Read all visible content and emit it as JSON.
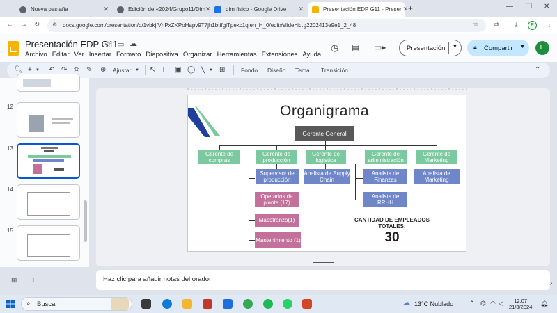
{
  "browser": {
    "tabs": [
      {
        "title": "Nueva pestaña",
        "color": "#5f6368"
      },
      {
        "title": "Edición de «2024/Grupo11/Dim",
        "color": "#5f6368"
      },
      {
        "title": "dim fisico - Google Drive",
        "color": "#1a73e8"
      },
      {
        "title": "Presentación EDP G11 - Presen",
        "color": "#f4b400"
      }
    ],
    "url": "docs.google.com/presentation/d/1vbkjfVnPxZKPoHapv9T7jh1btffgiTpekc1qlen_H_0/edit#slide=id.g2202413e9e1_2_48",
    "profile_initial": "E"
  },
  "docs": {
    "title": "Presentación EDP G11",
    "menu": [
      "Archivo",
      "Editar",
      "Ver",
      "Insertar",
      "Formato",
      "Diapositiva",
      "Organizar",
      "Herramientas",
      "Extensiones",
      "Ayuda"
    ],
    "present_label": "Presentación",
    "share_label": "Compartir",
    "avatar_initial": "E"
  },
  "toolbar": {
    "zoom_label": "Ajustar",
    "fondo": "Fondo",
    "diseno": "Diseño",
    "tema": "Tema",
    "transicion": "Transición"
  },
  "filmstrip": {
    "slides": [
      {
        "num": "12"
      },
      {
        "num": "13"
      },
      {
        "num": "14"
      },
      {
        "num": "15"
      }
    ]
  },
  "slide": {
    "title": "Organigrama",
    "root": "Gerente General",
    "departments": [
      "Gerente de compras",
      "Gerente de producción",
      "Gerente de logistica",
      "Gerente de administración",
      "Gerente de Marketing"
    ],
    "production_sub": "Supervisor de producción",
    "production_units": [
      "Operarios de planta (17)",
      "Maestranza(1)",
      "Mantenimiento (1)"
    ],
    "logistics_sub": "Analista de Supply Chain",
    "admin_subs": [
      "Analista de Finanzas",
      "Analista de RRHH"
    ],
    "marketing_sub": "Analista de Marketing",
    "employees_label": "CANTIDAD DE EMPLEADOS TOTALES:",
    "employees_count": "30",
    "colors": {
      "green": "#7cc9a0",
      "blue": "#6f86c9",
      "pink": "#c3709a",
      "dark": "#595959"
    }
  },
  "notes": {
    "placeholder": "Haz clic para añadir notas del orador"
  },
  "taskbar": {
    "search": "Buscar",
    "weather": "13°C  Nublado",
    "time": "12:07",
    "date": "21/8/2024"
  }
}
